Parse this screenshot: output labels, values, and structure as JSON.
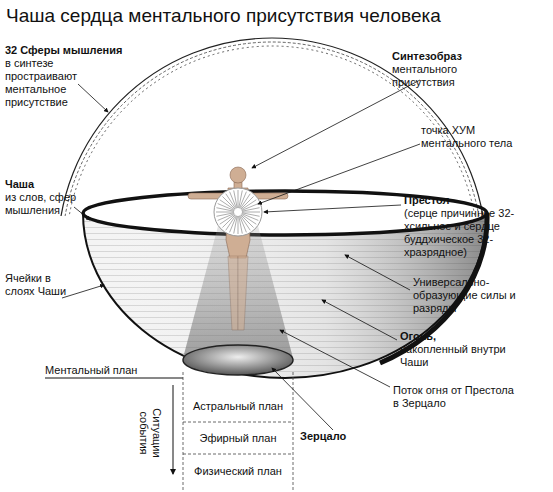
{
  "diagram": {
    "title": "Чаша сердца ментального присутствия человека",
    "nodes": [
      {
        "text": [
          "Астральный план"
        ]
      },
      {
        "text": [
          "Эфирный план"
        ]
      },
      {
        "text": [
          "Физический план"
        ]
      }
    ],
    "labels": [
      "32 Сферы мышления",
      "в синтезе простраивают ментальное присутствие",
      "Синтезобраз",
      "ментального присутствия",
      "точка ХУМ ментального тела",
      "Чаша",
      "из слов, сфер мышления",
      "Престол",
      "(серце причинное 32-хсильное и сердце буддхическое 32-хразрядное)",
      "Ячейки в слоях Чаши",
      "Универсально-образующие силы и разряды",
      "Огонь,",
      "накопленный внутри Чаши",
      "Поток огня от Престола в Зерцало",
      "Зерцало",
      "Ментальный план",
      "Ситуации события"
    ]
  }
}
